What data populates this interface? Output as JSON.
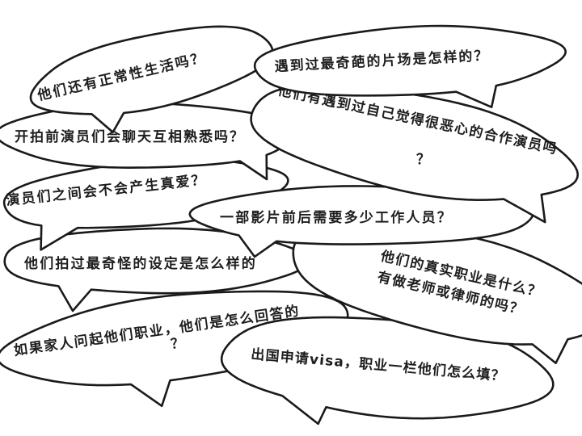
{
  "bubbles": [
    {
      "id": "b7",
      "lines": [
        "如果家人问起他们职业，他们是怎么回答的",
        "？"
      ]
    },
    {
      "id": "b5",
      "lines": [
        "他们拍过最奇怪的设定是怎么样的"
      ]
    },
    {
      "id": "b9",
      "lines": [
        "出国申请visa，职业一栏他们怎么填？"
      ]
    },
    {
      "id": "b8",
      "lines": [
        "他们的真实职业是什么？",
        "有做老师或律师的吗？"
      ]
    },
    {
      "id": "b4",
      "lines": [
        "演员们之间会不会产生真爱？"
      ]
    },
    {
      "id": "b6",
      "lines": [
        "一部影片前后需要多少工作人员？"
      ]
    },
    {
      "id": "b3",
      "lines": [
        "开拍前演员们会聊天互相熟悉吗？"
      ]
    },
    {
      "id": "b10",
      "lines": [
        "他们有遇到过自己觉得很恶心的合作演员吗",
        "？"
      ]
    },
    {
      "id": "b1",
      "lines": [
        "他们还有正常性生活吗？"
      ]
    },
    {
      "id": "b2",
      "lines": [
        "遇到过最奇葩的片场是怎样的？"
      ]
    }
  ]
}
